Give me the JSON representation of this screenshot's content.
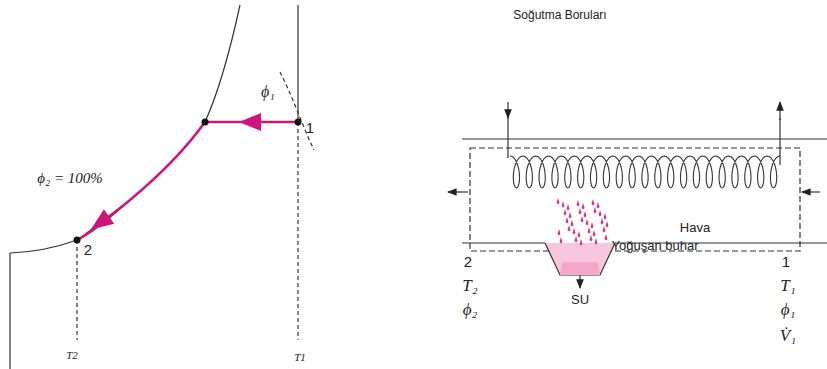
{
  "diagram": {
    "labels": [
      "ϕ₁",
      "ϕ₂ = 100%",
      "1",
      "2",
      "T2",
      "T1",
      "Soğutma Boruları",
      "Hava",
      "Yoğuşan buhar",
      "2",
      "T₂",
      "ϕ₂",
      "SU",
      "1",
      "T₁",
      "ϕ₁",
      "V̇₁"
    ]
  }
}
